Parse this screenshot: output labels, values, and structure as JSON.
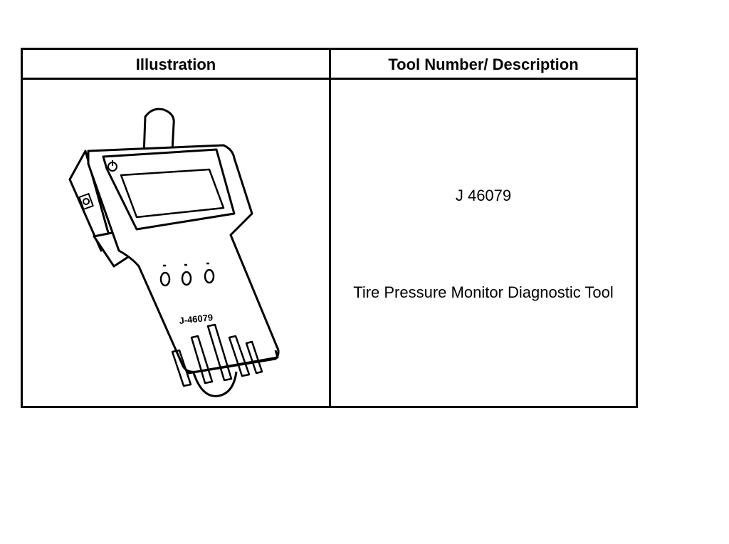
{
  "table": {
    "headers": {
      "illustration": "Illustration",
      "tool": "Tool Number/ Description"
    },
    "rows": [
      {
        "device_label": "J-46079",
        "tool_number": "J 46079",
        "description": "Tire Pressure Monitor Diagnostic Tool"
      }
    ]
  }
}
